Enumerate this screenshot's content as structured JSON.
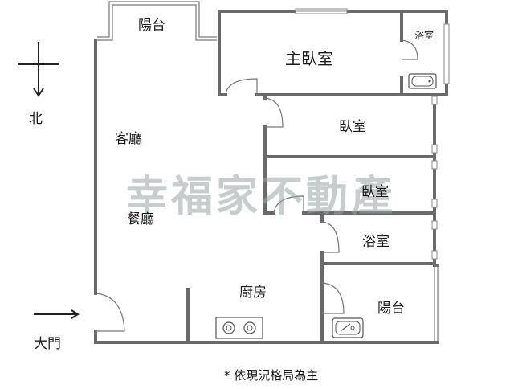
{
  "rooms": {
    "balcony_top": "陽台",
    "master_bedroom": "主臥室",
    "bath_small": "浴室",
    "living_room": "客廳",
    "dining_room": "餐廳",
    "bedroom_1": "臥室",
    "bedroom_2": "臥室",
    "bathroom": "浴室",
    "kitchen": "廚房",
    "balcony_bottom": "陽台"
  },
  "compass": {
    "north": "北"
  },
  "entrance": {
    "label": "大門"
  },
  "watermark": "幸福家不動產",
  "footnote": "* 依現況格局為主"
}
